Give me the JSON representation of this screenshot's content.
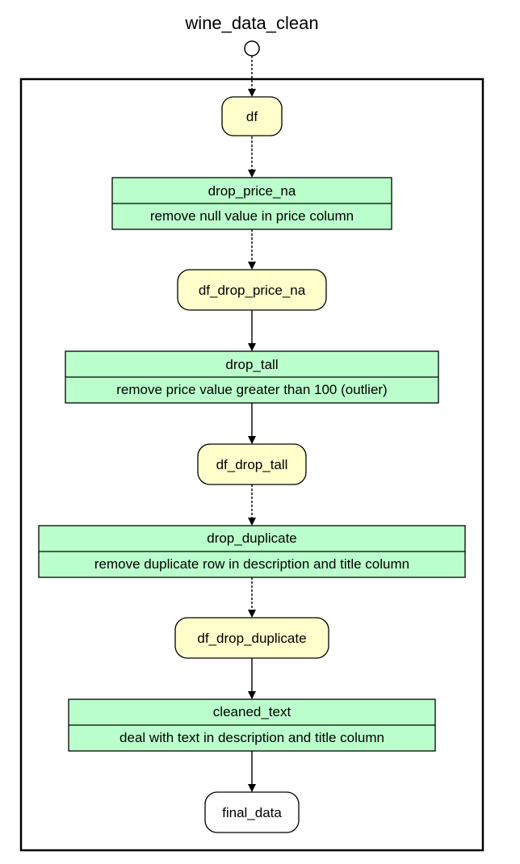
{
  "diagram": {
    "title": "wine_data_clean",
    "colors": {
      "data_node_fill": "#ffffcc",
      "step_node_fill": "#bbffcc",
      "final_node_fill": "#ffffff",
      "stroke": "#000000"
    },
    "data_nodes": {
      "df": "df",
      "df_drop_price_na": "df_drop_price_na",
      "df_drop_tall": "df_drop_tall",
      "df_drop_duplicate": "df_drop_duplicate",
      "final_data": "final_data"
    },
    "steps": {
      "drop_price_na": {
        "name": "drop_price_na",
        "description": "remove null value in price column"
      },
      "drop_tall": {
        "name": "drop_tall",
        "description": "remove price value greater than 100 (outlier)"
      },
      "drop_duplicate": {
        "name": "drop_duplicate",
        "description": "remove duplicate row in description and title column"
      },
      "cleaned_text": {
        "name": "cleaned_text",
        "description": "deal with text in description and title column"
      }
    }
  }
}
